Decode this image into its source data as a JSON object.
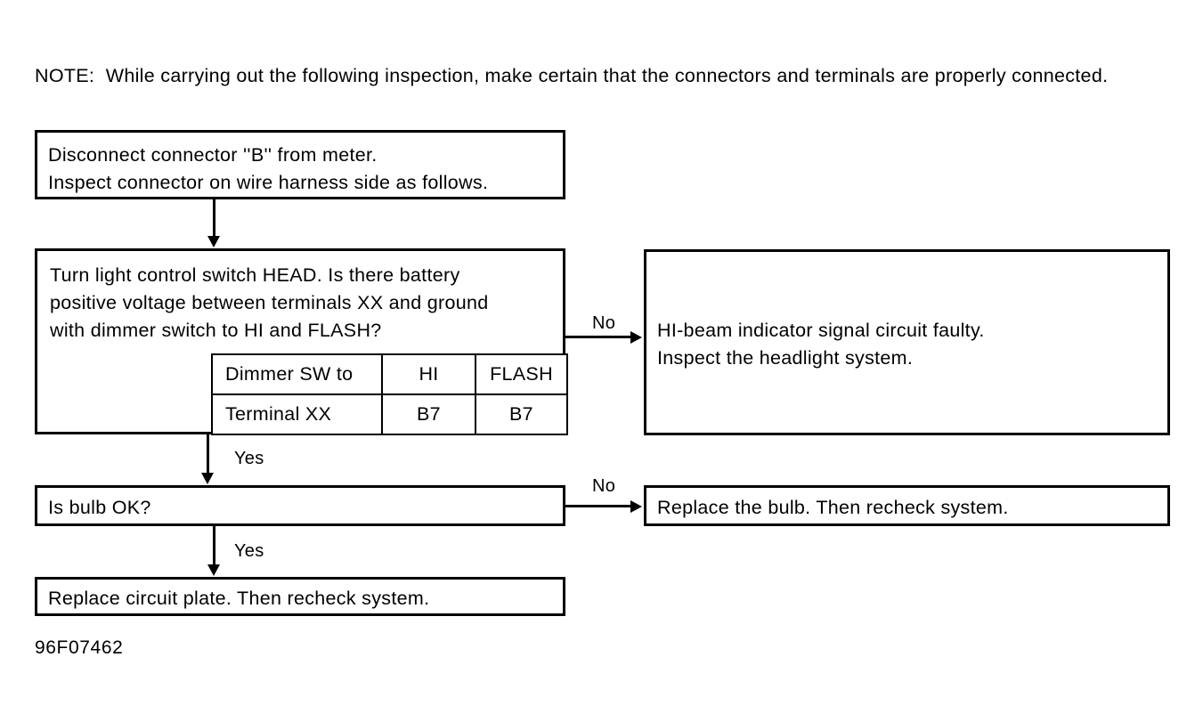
{
  "note": {
    "text": "NOTE:  While carrying out the following inspection, make certain that the connectors and terminals are properly connected."
  },
  "flowchart": {
    "boxes": {
      "disconnect": {
        "text": "Disconnect connector ''B'' from meter.\nInspect connector on wire harness side as follows."
      },
      "decision": {
        "text": "Turn light control switch HEAD. Is there battery\npositive voltage between terminals XX and ground\nwith dimmer switch to HI and FLASH?"
      },
      "hibeam_fault": {
        "text": "HI-beam indicator signal circuit faulty.\nInspect the headlight system."
      },
      "bulb_check": {
        "text": "Is bulb OK?"
      },
      "replace_bulb": {
        "text": "Replace the bulb. Then recheck system."
      },
      "replace_plate": {
        "text": "Replace circuit plate. Then recheck system."
      }
    },
    "table": {
      "rows": [
        {
          "label": "Dimmer SW to",
          "hi": "HI",
          "flash": "FLASH"
        },
        {
          "label": "Terminal XX",
          "hi": "B7",
          "flash": "B7"
        }
      ]
    },
    "edge_labels": {
      "no_1": "No",
      "no_2": "No",
      "yes_1": "Yes",
      "yes_2": "Yes"
    }
  },
  "footer": {
    "code": "96F07462"
  }
}
